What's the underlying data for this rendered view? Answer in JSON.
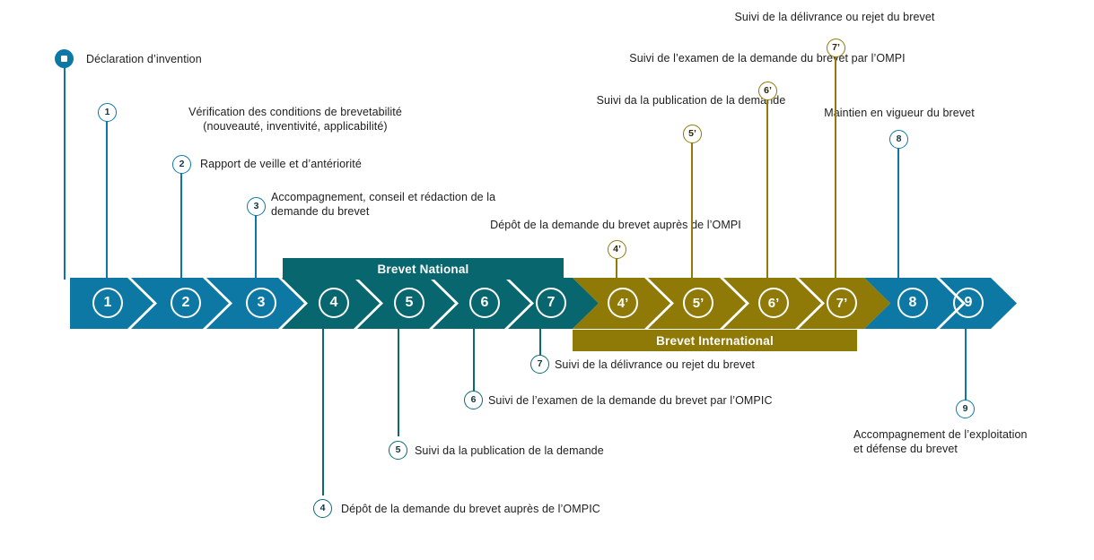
{
  "colors": {
    "blue": "#0d78a4",
    "teal": "#07666e",
    "gold": "#8f7a07",
    "white": "#ffffff",
    "text": "#1d1d1b"
  },
  "origin": {
    "marker": "dot",
    "label": "Déclaration d’invention"
  },
  "banners": [
    {
      "id": "brevet-national",
      "label": "Brevet National",
      "color": "#07666e"
    },
    {
      "id": "brevet-international",
      "label": "Brevet International",
      "color": "#8f7a07"
    }
  ],
  "chevrons": [
    {
      "id": "step-1",
      "number": "1",
      "color": "#0d78a4"
    },
    {
      "id": "step-2",
      "number": "2",
      "color": "#0d78a4"
    },
    {
      "id": "step-3",
      "number": "3",
      "color": "#0d78a4"
    },
    {
      "id": "step-4",
      "number": "4",
      "color": "#07666e"
    },
    {
      "id": "step-5",
      "number": "5",
      "color": "#07666e"
    },
    {
      "id": "step-6",
      "number": "6",
      "color": "#07666e"
    },
    {
      "id": "step-7",
      "number": "7",
      "color": "#07666e"
    },
    {
      "id": "step-4p",
      "number": "4’",
      "color": "#8f7a07"
    },
    {
      "id": "step-5p",
      "number": "5’",
      "color": "#8f7a07"
    },
    {
      "id": "step-6p",
      "number": "6’",
      "color": "#8f7a07"
    },
    {
      "id": "step-7p",
      "number": "7’",
      "color": "#8f7a07"
    },
    {
      "id": "step-8",
      "number": "8",
      "color": "#0d78a4"
    },
    {
      "id": "step-9",
      "number": "9",
      "color": "#0d78a4"
    }
  ],
  "callouts": {
    "above": [
      {
        "id": "callout-1",
        "marker": "1",
        "color": "blue",
        "label": "Vérification des conditions de brevetabilité\n(nouveauté, inventivité, applicabilité)"
      },
      {
        "id": "callout-2",
        "marker": "2",
        "color": "blue",
        "label": "Rapport de veille et d’antériorité"
      },
      {
        "id": "callout-3",
        "marker": "3",
        "color": "blue",
        "label": "Accompagnement, conseil et rédaction de la\ndemande du brevet"
      },
      {
        "id": "callout-4p",
        "marker": "4’",
        "color": "gold",
        "label": "Dépôt de la demande du brevet auprès de l’OMPI"
      },
      {
        "id": "callout-5p",
        "marker": "5’",
        "color": "gold",
        "label": "Suivi da la publication de la demande"
      },
      {
        "id": "callout-6p",
        "marker": "6’",
        "color": "gold",
        "label": "Suivi de l’examen de la demande du brevet par l’OMPI"
      },
      {
        "id": "callout-7p",
        "marker": "7’",
        "color": "gold",
        "label": "Suivi de la délivrance ou rejet du brevet"
      },
      {
        "id": "callout-8",
        "marker": "8",
        "color": "blue",
        "label": "Maintien en vigueur du brevet"
      }
    ],
    "below": [
      {
        "id": "callout-4",
        "marker": "4",
        "color": "teal",
        "label": "Dépôt de la demande du brevet auprès de l’OMPIC"
      },
      {
        "id": "callout-5",
        "marker": "5",
        "color": "teal",
        "label": "Suivi da la publication de la demande"
      },
      {
        "id": "callout-6",
        "marker": "6",
        "color": "teal",
        "label": "Suivi de l’examen de la demande du brevet par l’OMPIC"
      },
      {
        "id": "callout-7",
        "marker": "7",
        "color": "teal",
        "label": "Suivi de la délivrance ou rejet du brevet"
      },
      {
        "id": "callout-9",
        "marker": "9",
        "color": "blue",
        "label": "Accompagnement de l’exploitation\net défense du brevet"
      }
    ]
  }
}
